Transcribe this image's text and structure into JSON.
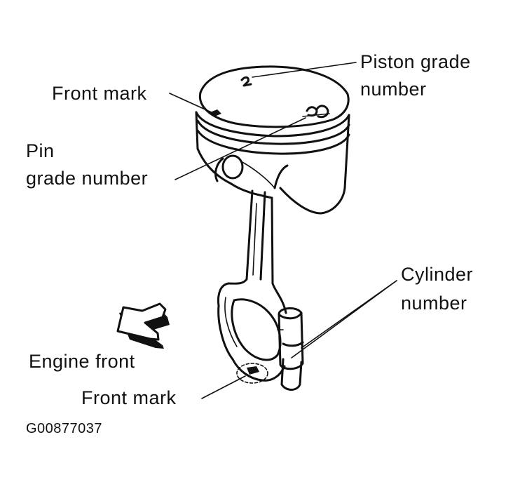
{
  "labels": {
    "piston_grade_line1": "Piston grade",
    "piston_grade_line2": "number",
    "front_mark_top": "Front mark",
    "pin_grade_line1": "Pin",
    "pin_grade_line2": "grade number",
    "cylinder_line1": "Cylinder",
    "cylinder_line2": "number",
    "engine_front": "Engine front",
    "front_mark_bottom": "Front mark",
    "figure_code": "G00877037"
  }
}
